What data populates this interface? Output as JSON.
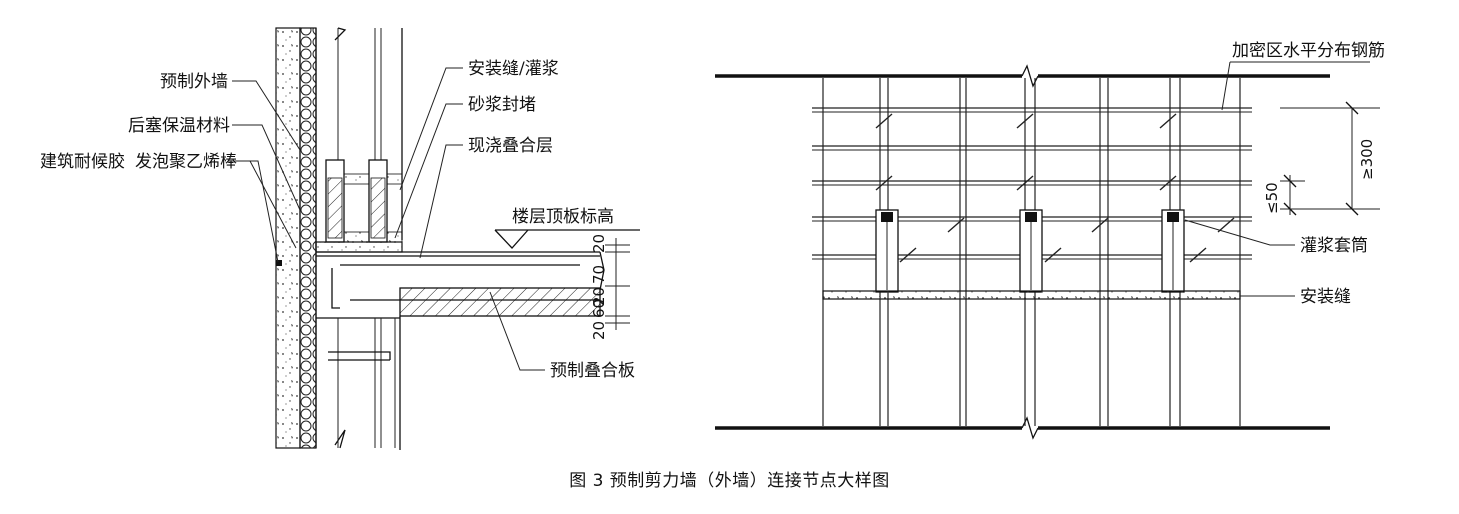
{
  "left_detail": {
    "labels": {
      "precast_wall": "预制外墙",
      "insulation": "后塞保温材料",
      "sealant": "建筑耐候胶",
      "pe_rod": "发泡聚乙烯棒",
      "joint_grout": "安装缝/灌浆",
      "mortar_seal": "砂浆封堵",
      "cast_layer": "现浇叠合层",
      "floor_level": "楼层顶板标高",
      "precast_slab": "预制叠合板"
    },
    "dimensions": [
      "20",
      "70",
      "20",
      "60",
      "20"
    ]
  },
  "right_detail": {
    "labels": {
      "dense_rebar": "加密区水平分布钢筋",
      "sleeve": "灌浆套筒",
      "install_joint": "安装缝"
    },
    "dimensions": {
      "ge300": "≥300",
      "le50": "≤50"
    }
  },
  "caption": "图 3  预制剪力墙（外墙）连接节点大样图"
}
